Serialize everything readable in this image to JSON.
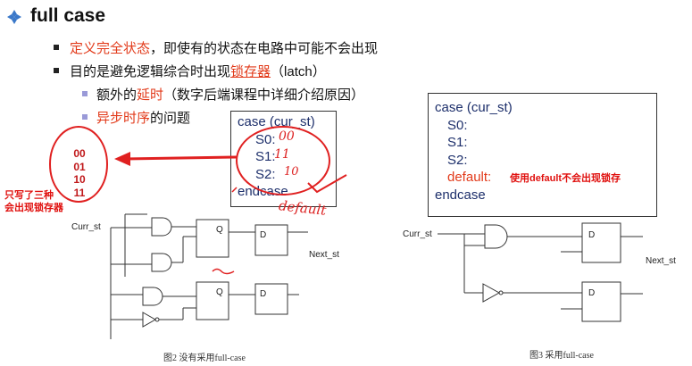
{
  "title": "full case",
  "bullets": [
    {
      "red": "定义完全状态",
      "rest": "，即使有的状态在电路中可能不会出现"
    },
    {
      "pre": "目的是避免逻辑综合时出现",
      "red": "锁存器",
      "post": "（latch）"
    }
  ],
  "sub_bullets": [
    {
      "pre": "额外的",
      "red": "延时",
      "post": "（数字后端课程中详细介绍原因）"
    },
    {
      "red": "异步时序",
      "post": "的问题"
    }
  ],
  "code_left": {
    "line1": "case (cur_st)",
    "s0": "S0:",
    "s1": "S1:",
    "s2": "S2:",
    "end": "endcase"
  },
  "code_right": {
    "line1": "case (cur_st)",
    "s0": "S0:",
    "s1": "S1:",
    "s2": "S2:",
    "default": "default:",
    "end": "endcase"
  },
  "handwriting": {
    "s0": "00",
    "s1": "11",
    "s2": "10",
    "default": "default"
  },
  "states": [
    "00",
    "01",
    "10",
    "11"
  ],
  "note_left": [
    "只写了三种",
    "会出现锁存器"
  ],
  "note_right": "使用default不会出现锁存",
  "fig2": {
    "input": "Curr_st",
    "output": "Next_st",
    "q1": "Q",
    "q2": "Q",
    "d1": "D",
    "d2": "D",
    "caption": "图2 没有采用full-case"
  },
  "fig3": {
    "input": "Curr_st",
    "output": "Next_st",
    "d1": "D",
    "d2": "D",
    "caption": "图3 采用full-case"
  }
}
